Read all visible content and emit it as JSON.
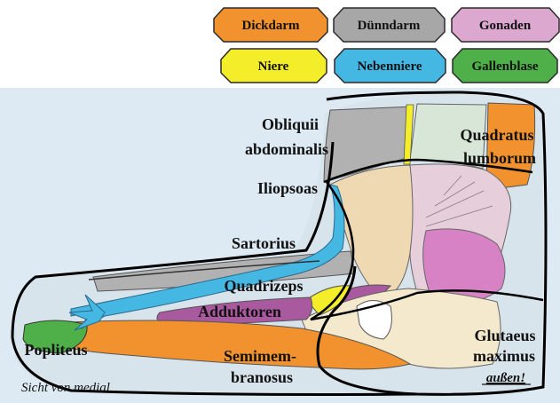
{
  "legend": [
    {
      "label": "Dickdarm",
      "color": "#f2922f"
    },
    {
      "label": "Dünndarm",
      "color": "#a7a7a7"
    },
    {
      "label": "Gonaden",
      "color": "#dca8cf"
    },
    {
      "label": "Niere",
      "color": "#f3ed2a"
    },
    {
      "label": "Nebenniere",
      "color": "#45b7e3"
    },
    {
      "label": "Gallenblase",
      "color": "#4fb04a"
    }
  ],
  "colors": {
    "background_panel": "#ddeaf3",
    "outline": "#000000",
    "psoas_region": "#eed9b3",
    "quadratus_pink": "#e6cfda",
    "gluteus_pink": "#d682c4",
    "gluteus_purple": "#a95a9f",
    "grey": "#b1b1b1",
    "light_green_grey": "#d8e6d8",
    "cream": "#f4e9cc"
  },
  "labels": {
    "obliquii": "Obliquii",
    "abdominalis": "abdominalis",
    "iliopsoas": "Iliopsoas",
    "sartorius": "Sartorius",
    "quadrizeps": "Quadrizeps",
    "adduktoren": "Adduktoren",
    "popliteus": "Popliteus",
    "semimembranosus_1": "Semimem-",
    "semimembranosus_2": "branosus",
    "quadratus": "Quadratus",
    "lumborum": "lumborum",
    "glutaeus": "Glutaeus",
    "maximus": "maximus",
    "aussen": "außen!",
    "view": "Sicht von medial"
  }
}
